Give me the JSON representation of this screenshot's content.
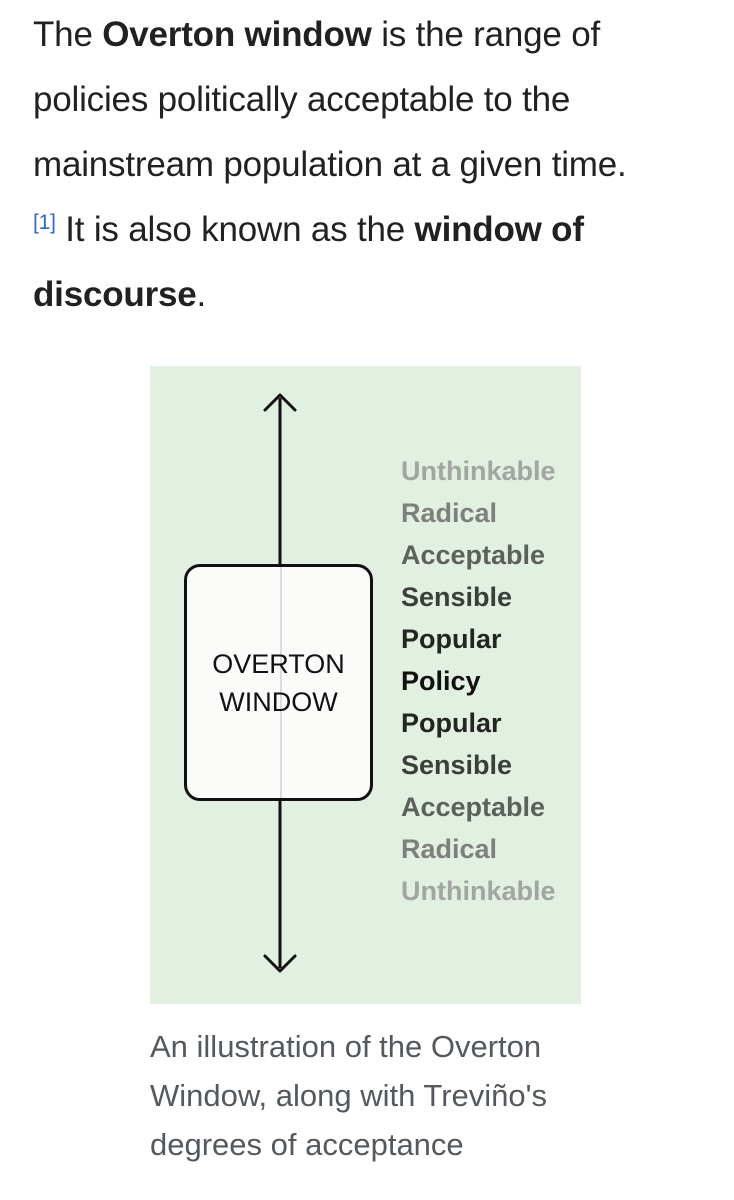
{
  "intro": {
    "part1": "The ",
    "term": "Overton window",
    "part2": " is the range of policies politically acceptable to the mainstream population at a given time.",
    "ref": "[1]",
    "part3": " It is also known as the ",
    "alt_term": "window of discourse",
    "part4": "."
  },
  "figure": {
    "background": "#e2f0e1",
    "window_line1": "OVERTON",
    "window_line2": "WINDOW",
    "degrees": [
      "Unthinkable",
      "Radical",
      "Acceptable",
      "Sensible",
      "Popular",
      "Policy",
      "Popular",
      "Sensible",
      "Acceptable",
      "Radical",
      "Unthinkable"
    ],
    "caption": "An illustration of the Overton Window, along with Treviño's degrees of acceptance"
  },
  "colors": {
    "link": "#3366cc",
    "text": "#202122",
    "caption": "#54595d"
  }
}
